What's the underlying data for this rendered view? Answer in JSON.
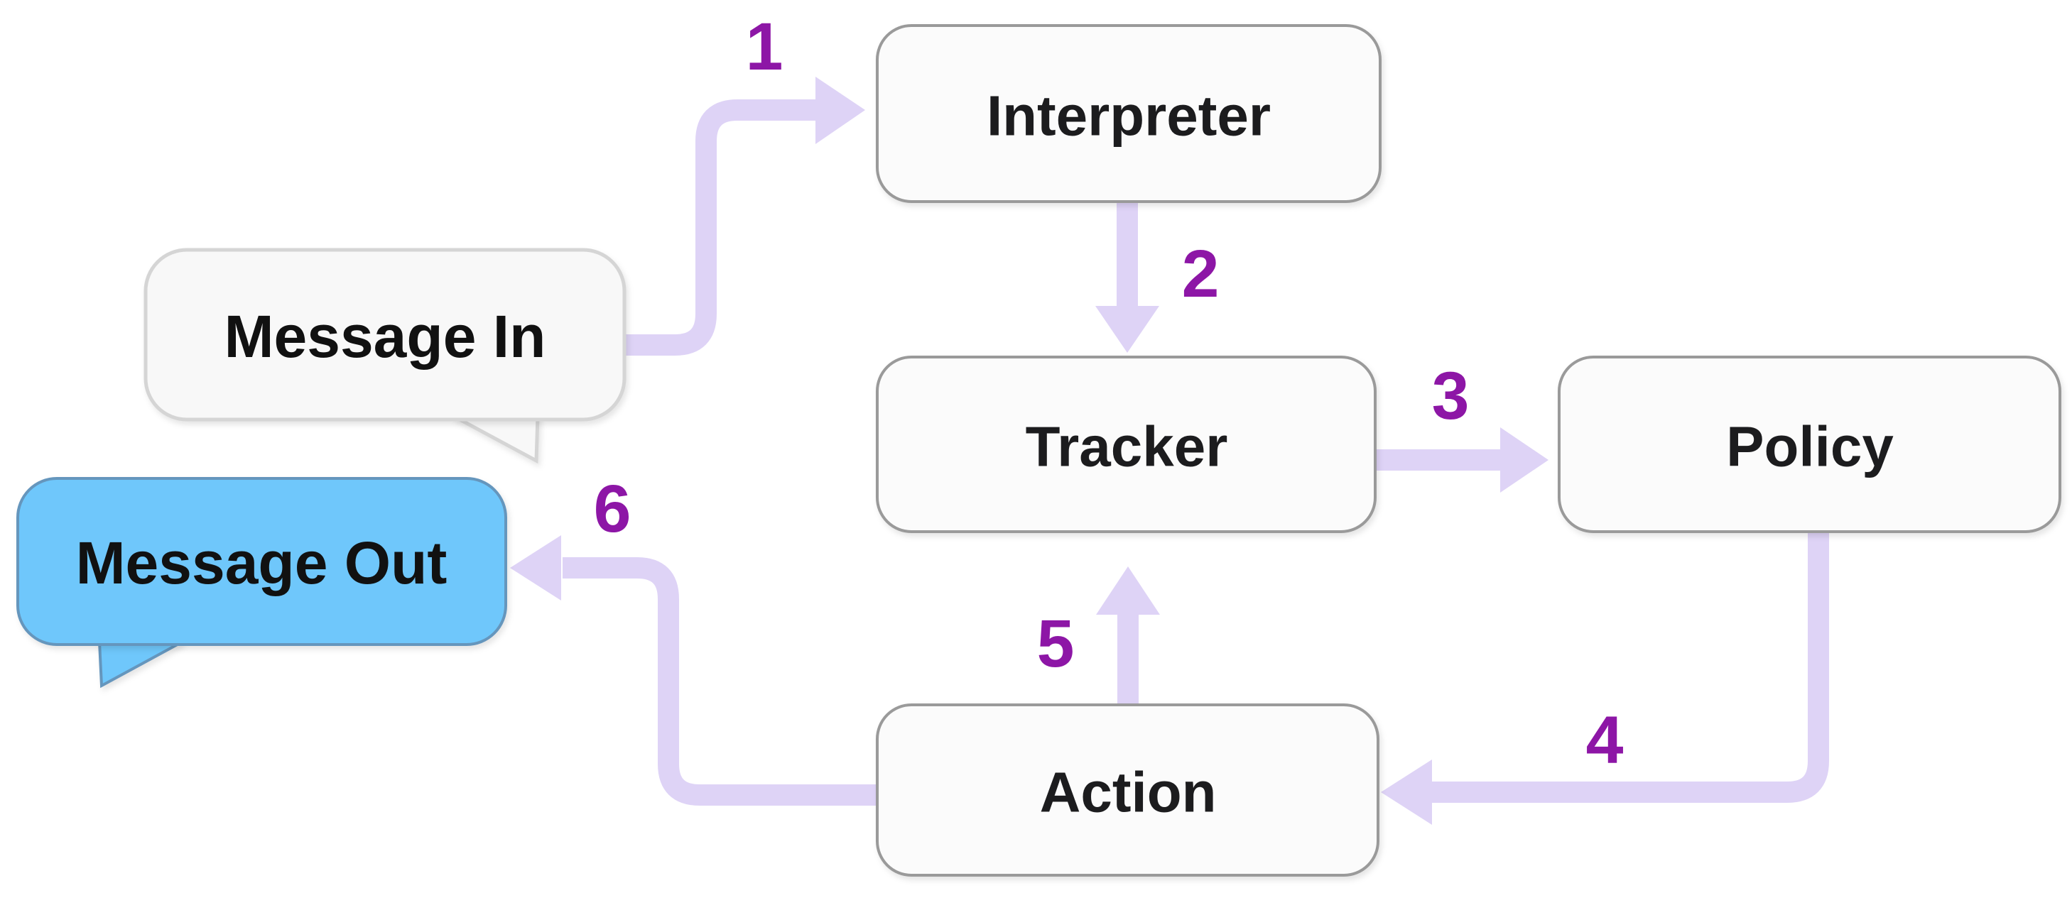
{
  "diagram": {
    "type": "flowchart",
    "description_visible_text_only": true
  },
  "colors": {
    "background": "#ffffff",
    "arrow": "#ded3f6",
    "number": "#8d16a6",
    "node_fill": "#fbfbfb",
    "node_border": "#9a9a9a",
    "node_text": "#1c1c1e",
    "bubble_in_fill": "#f8f8f8",
    "bubble_in_border": "#d5d5d5",
    "bubble_out_fill": "#6fc7fb",
    "bubble_out_border": "#6596bd",
    "bubble_text": "#111111"
  },
  "nodes": {
    "message_in": {
      "label": "Message In"
    },
    "interpreter": {
      "label": "Interpreter"
    },
    "tracker": {
      "label": "Tracker"
    },
    "policy": {
      "label": "Policy"
    },
    "action": {
      "label": "Action"
    },
    "message_out": {
      "label": "Message Out"
    }
  },
  "edges": [
    {
      "label": "1",
      "from": "message_in",
      "to": "interpreter"
    },
    {
      "label": "2",
      "from": "interpreter",
      "to": "tracker"
    },
    {
      "label": "3",
      "from": "tracker",
      "to": "policy"
    },
    {
      "label": "4",
      "from": "policy",
      "to": "action"
    },
    {
      "label": "5",
      "from": "action",
      "to": "tracker"
    },
    {
      "label": "6",
      "from": "action",
      "to": "message_out"
    }
  ]
}
